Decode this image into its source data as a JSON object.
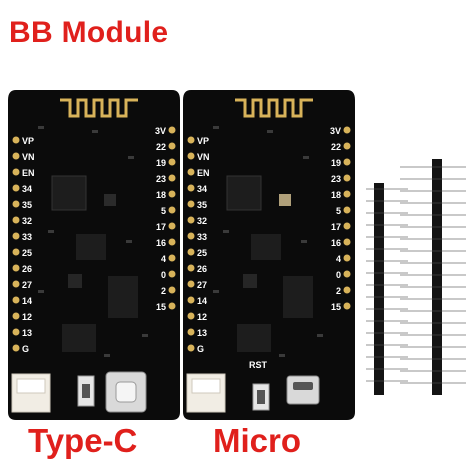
{
  "title": "BB Module",
  "captions": {
    "left": "Type-C",
    "right": "Micro"
  },
  "pins_left": [
    "VP",
    "VN",
    "EN",
    "34",
    "35",
    "32",
    "33",
    "25",
    "26",
    "27",
    "14",
    "12",
    "13",
    "G"
  ],
  "pins_right": [
    "3V",
    "22",
    "19",
    "23",
    "18",
    "5",
    "17",
    "16",
    "4",
    "0",
    "2",
    "15"
  ],
  "board_right_extra": {
    "rst_label": "RST"
  },
  "colors": {
    "accent": "#e0201c",
    "pcb": "#0b0b0b",
    "gold": "#d8b35a",
    "silk": "#ffffff"
  }
}
